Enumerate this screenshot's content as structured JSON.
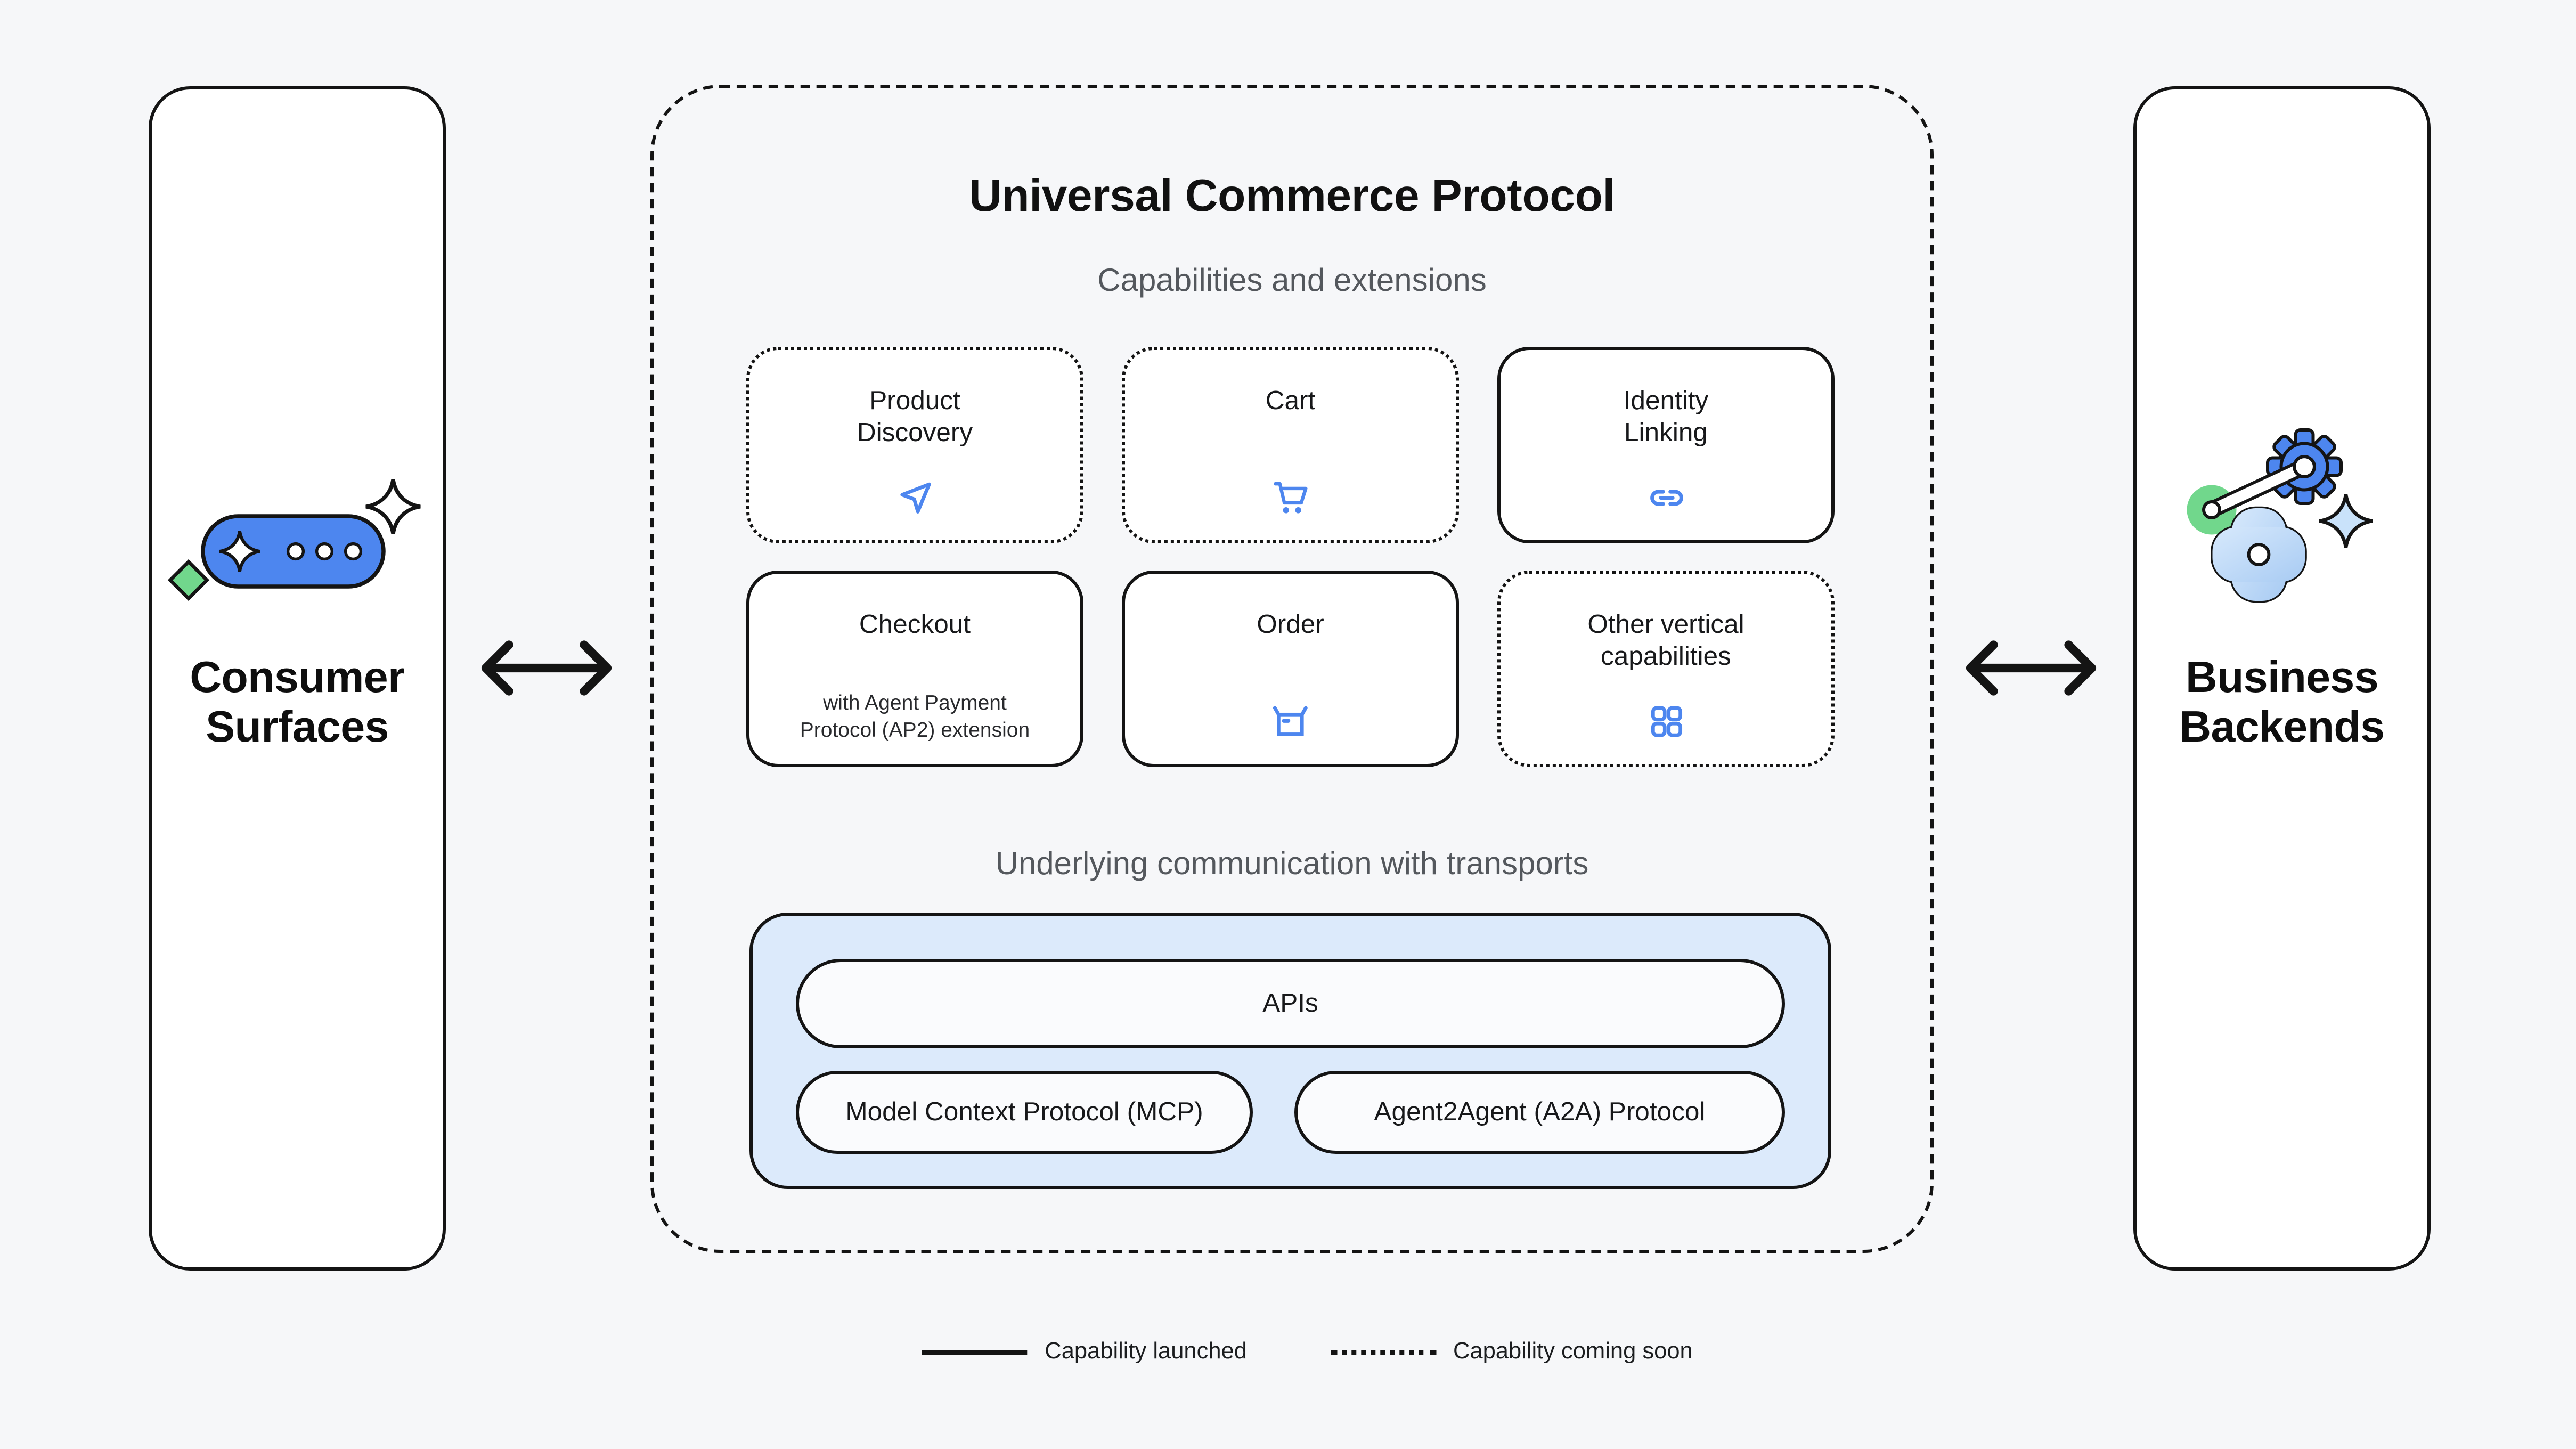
{
  "left_panel": {
    "title": "Consumer\nSurfaces",
    "illustration": "chat-pill-sparkle-illustration"
  },
  "right_panel": {
    "title": "Business\nBackends",
    "illustration": "gear-automation-illustration"
  },
  "arrows": {
    "left": "bidirectional-arrow-icon",
    "right": "bidirectional-arrow-icon"
  },
  "protocol": {
    "title": "Universal Commerce Protocol",
    "capabilities_heading": "Capabilities and extensions",
    "capabilities": [
      {
        "label": "Product\nDiscovery",
        "status": "coming-soon",
        "icon": "navigation-arrow-icon"
      },
      {
        "label": "Cart",
        "status": "coming-soon",
        "icon": "shopping-cart-icon"
      },
      {
        "label": "Identity\nLinking",
        "status": "launched",
        "icon": "link-icon"
      },
      {
        "label": "Checkout",
        "sublabel": "with Agent Payment\nProtocol (AP2) extension",
        "status": "launched"
      },
      {
        "label": "Order",
        "status": "launched",
        "icon": "package-box-icon"
      },
      {
        "label": "Other vertical\ncapabilities",
        "status": "coming-soon",
        "icon": "grid-icon"
      }
    ],
    "transports_heading": "Underlying communication with transports",
    "transports": {
      "apis": "APIs",
      "mcp": "Model Context Protocol (MCP)",
      "a2a": "Agent2Agent (A2A) Protocol"
    }
  },
  "legend": {
    "launched": "Capability launched",
    "coming_soon": "Capability coming soon"
  },
  "colors": {
    "background": "#F6F7F9",
    "panel_fill": "#FFFFFF",
    "outline_black": "#141414",
    "icon_blue": "#4D86EF",
    "chat_pill_blue": "#4D86EF",
    "transport_container_fill": "#DCEAFB",
    "transport_pill_fill": "#FAFBFD",
    "green_accent": "#71D78C",
    "light_blue_shape": "#C9E2FA",
    "heading_gray": "#54585D"
  }
}
